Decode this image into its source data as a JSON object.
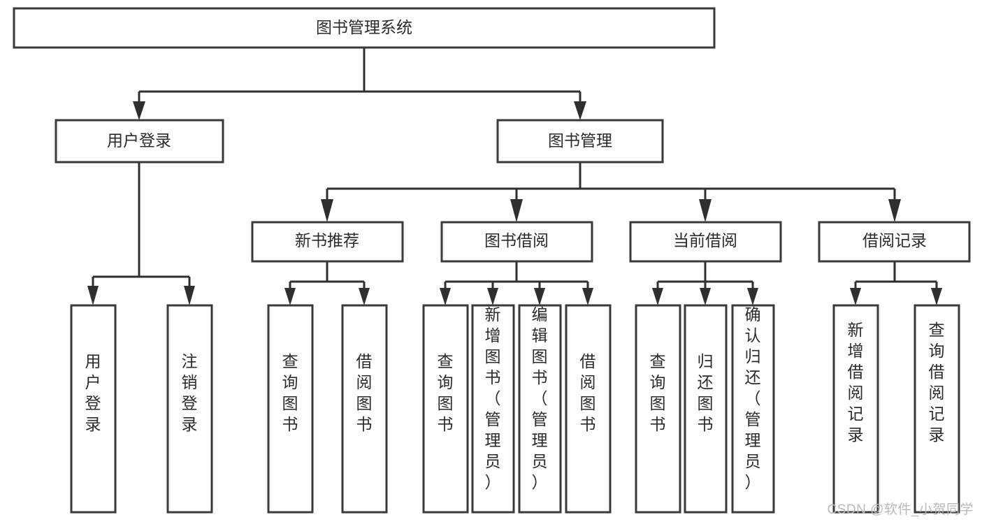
{
  "diagram": {
    "type": "tree-hierarchy",
    "title": "图书管理系统",
    "watermark": "CSDN @软件_小贺同学",
    "colors": {
      "box_stroke": "#3a3a3a",
      "connector": "#2f2f2f",
      "text": "#2b2b2b",
      "background": "#ffffff",
      "watermark": "#b9b9b9"
    },
    "root": {
      "label": "图书管理系统"
    },
    "level2": [
      {
        "label": "用户登录"
      },
      {
        "label": "图书管理"
      }
    ],
    "level3": [
      {
        "label": "新书推荐"
      },
      {
        "label": "图书借阅"
      },
      {
        "label": "当前借阅"
      },
      {
        "label": "借阅记录"
      }
    ],
    "leaves": {
      "user_login": [
        {
          "label": "用户登录"
        },
        {
          "label": "注销登录"
        }
      ],
      "new_book_recommend": [
        {
          "label": "查询图书"
        },
        {
          "label": "借阅图书"
        }
      ],
      "book_borrow": [
        {
          "label": "查询图书"
        },
        {
          "label": "新增图书（管理员）"
        },
        {
          "label": "编辑图书（管理员）"
        },
        {
          "label": "借阅图书"
        }
      ],
      "current_borrow": [
        {
          "label": "查询图书"
        },
        {
          "label": "归还图书"
        },
        {
          "label": "确认归还（管理员）"
        }
      ],
      "borrow_records": [
        {
          "label": "新增借阅记录"
        },
        {
          "label": "查询借阅记录"
        }
      ]
    }
  }
}
